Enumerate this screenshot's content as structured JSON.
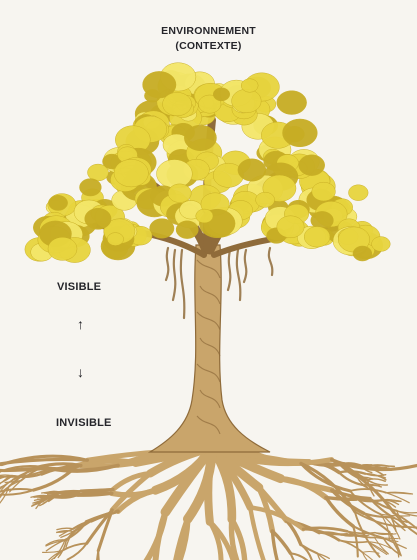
{
  "title": {
    "line1": "ENVIRONNEMENT",
    "line2": "(CONTEXTE)"
  },
  "labels": {
    "visible": "VISIBLE",
    "invisible": "INVISIBLE"
  },
  "arrows": {
    "up": "↑",
    "down": "↓"
  },
  "colors": {
    "background": "#f7f5f0",
    "foliage": "#e8d53e",
    "foliage_light": "#f4e76a",
    "foliage_dark": "#c7ad24",
    "trunk": "#c9a56b",
    "trunk_dark": "#8f6b3a",
    "roots": "#b8925a",
    "text": "#26262b"
  },
  "icons": [
    "tree-illustration",
    "up-arrow-icon",
    "down-arrow-icon"
  ]
}
